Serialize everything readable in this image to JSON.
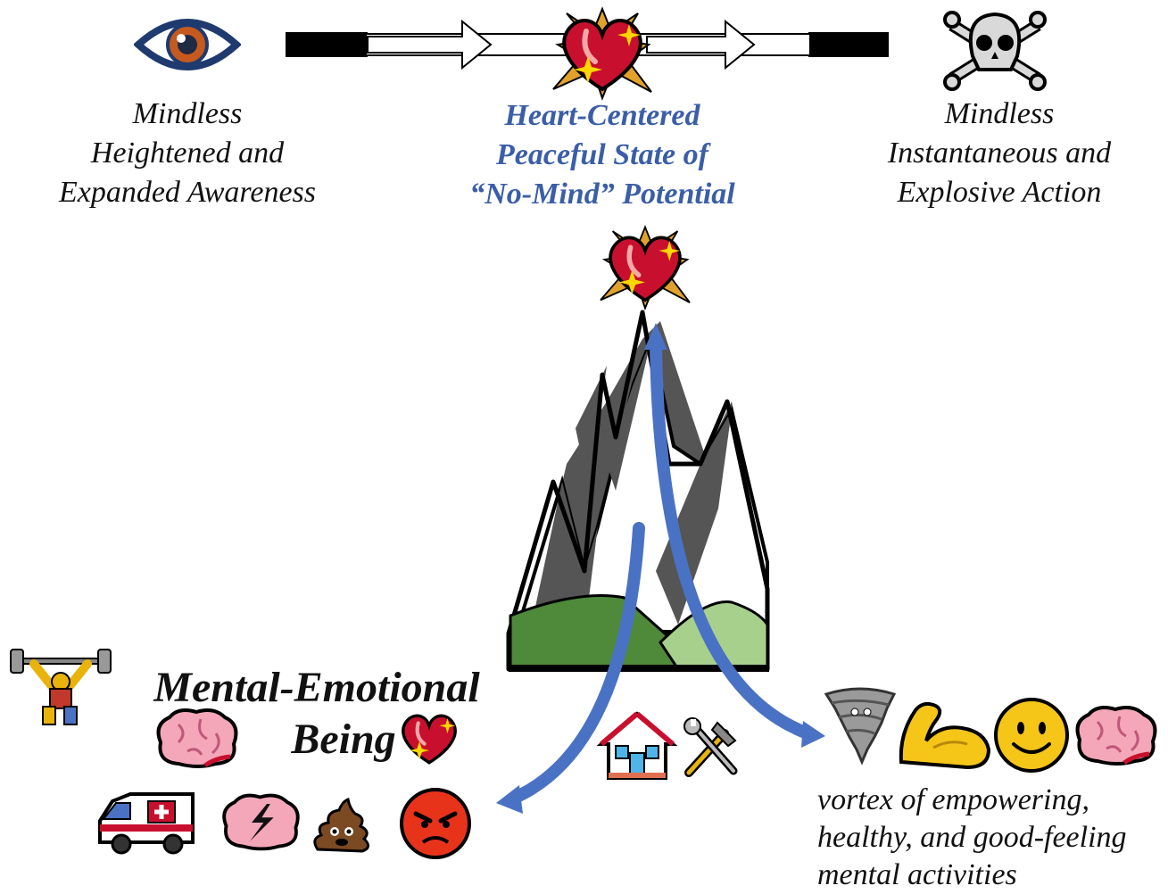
{
  "top": {
    "left_label": [
      "Mindless",
      "Heightened and",
      "Expanded Awareness"
    ],
    "center_label": [
      "Heart-Centered",
      "Peaceful State of",
      "“No-Mind” Potential"
    ],
    "right_label": [
      "Mindless",
      "Instantaneous and",
      "Explosive Action"
    ]
  },
  "bottom": {
    "being_label": [
      "Mental-Emotional",
      "Being"
    ],
    "vortex_label": [
      "vortex of empowering,",
      "healthy, and good-feeling",
      "mental activities"
    ]
  },
  "icons": [
    "eye-icon",
    "heart-icon",
    "skull-crossbones-icon",
    "mountain-icon",
    "weightlifter-icon",
    "brain-icon",
    "ambulance-icon",
    "brain-lightning-icon",
    "poop-icon",
    "angry-face-icon",
    "house-icon",
    "tools-icon",
    "tornado-icon",
    "flexed-biceps-icon",
    "smiley-icon"
  ],
  "colors": {
    "accent_blue": "#4a72c4",
    "label_blue": "#3a5ea8",
    "heart_red": "#c8102e",
    "mountain_green": "#4e8a3a",
    "mountain_light_green": "#a8d08d"
  }
}
